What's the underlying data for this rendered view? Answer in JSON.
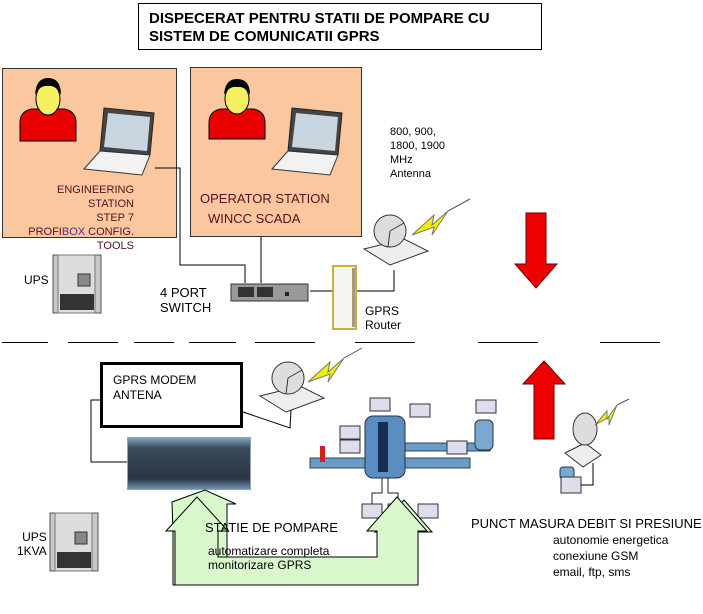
{
  "title": {
    "line1": "DISPECERAT PENTRU STATII DE POMPARE CU",
    "line2": "SISTEM DE COMUNICATII GPRS"
  },
  "engineering_station": {
    "line1": "ENGINEERING STATION",
    "line2": "STEP 7",
    "line3_prefix": "PROFI",
    "line3_highlight": "BOX",
    "line3_suffix": " CONFIG.",
    "line4": "TOOLS"
  },
  "operator_station": {
    "line1": "OPERATOR STATION",
    "line2": "WINCC SCADA"
  },
  "antenna_label": {
    "line1": "800, 900,",
    "line2": "1800, 1900",
    "line3": "MHz",
    "line4": "Antenna"
  },
  "ups_top": {
    "label": "UPS"
  },
  "switch": {
    "line1": "4 PORT",
    "line2": "SWITCH"
  },
  "router": {
    "line1": "GPRS",
    "line2": "Router"
  },
  "modem": {
    "line1": "GPRS MODEM",
    "line2": "ANTENA"
  },
  "ups_bottom": {
    "line1": "UPS",
    "line2": "1KVA"
  },
  "pump_station": {
    "title": "STATIE DE POMPARE",
    "line1": "automatizare completa",
    "line2": "monitorizare GPRS"
  },
  "measure_point": {
    "title": "PUNCT MASURA DEBIT SI PRESIUNE",
    "line1": "autonomie energetica",
    "line2": "conexiune GSM",
    "line3": "email, ftp, sms"
  },
  "colors": {
    "station_bg": "#fbc79f",
    "person_shirt": "#e80000",
    "person_face": "#f5f060",
    "arrow_red": "#ee0000",
    "arrow_green": "#d8f8cc",
    "lightning": "#f0f000"
  }
}
